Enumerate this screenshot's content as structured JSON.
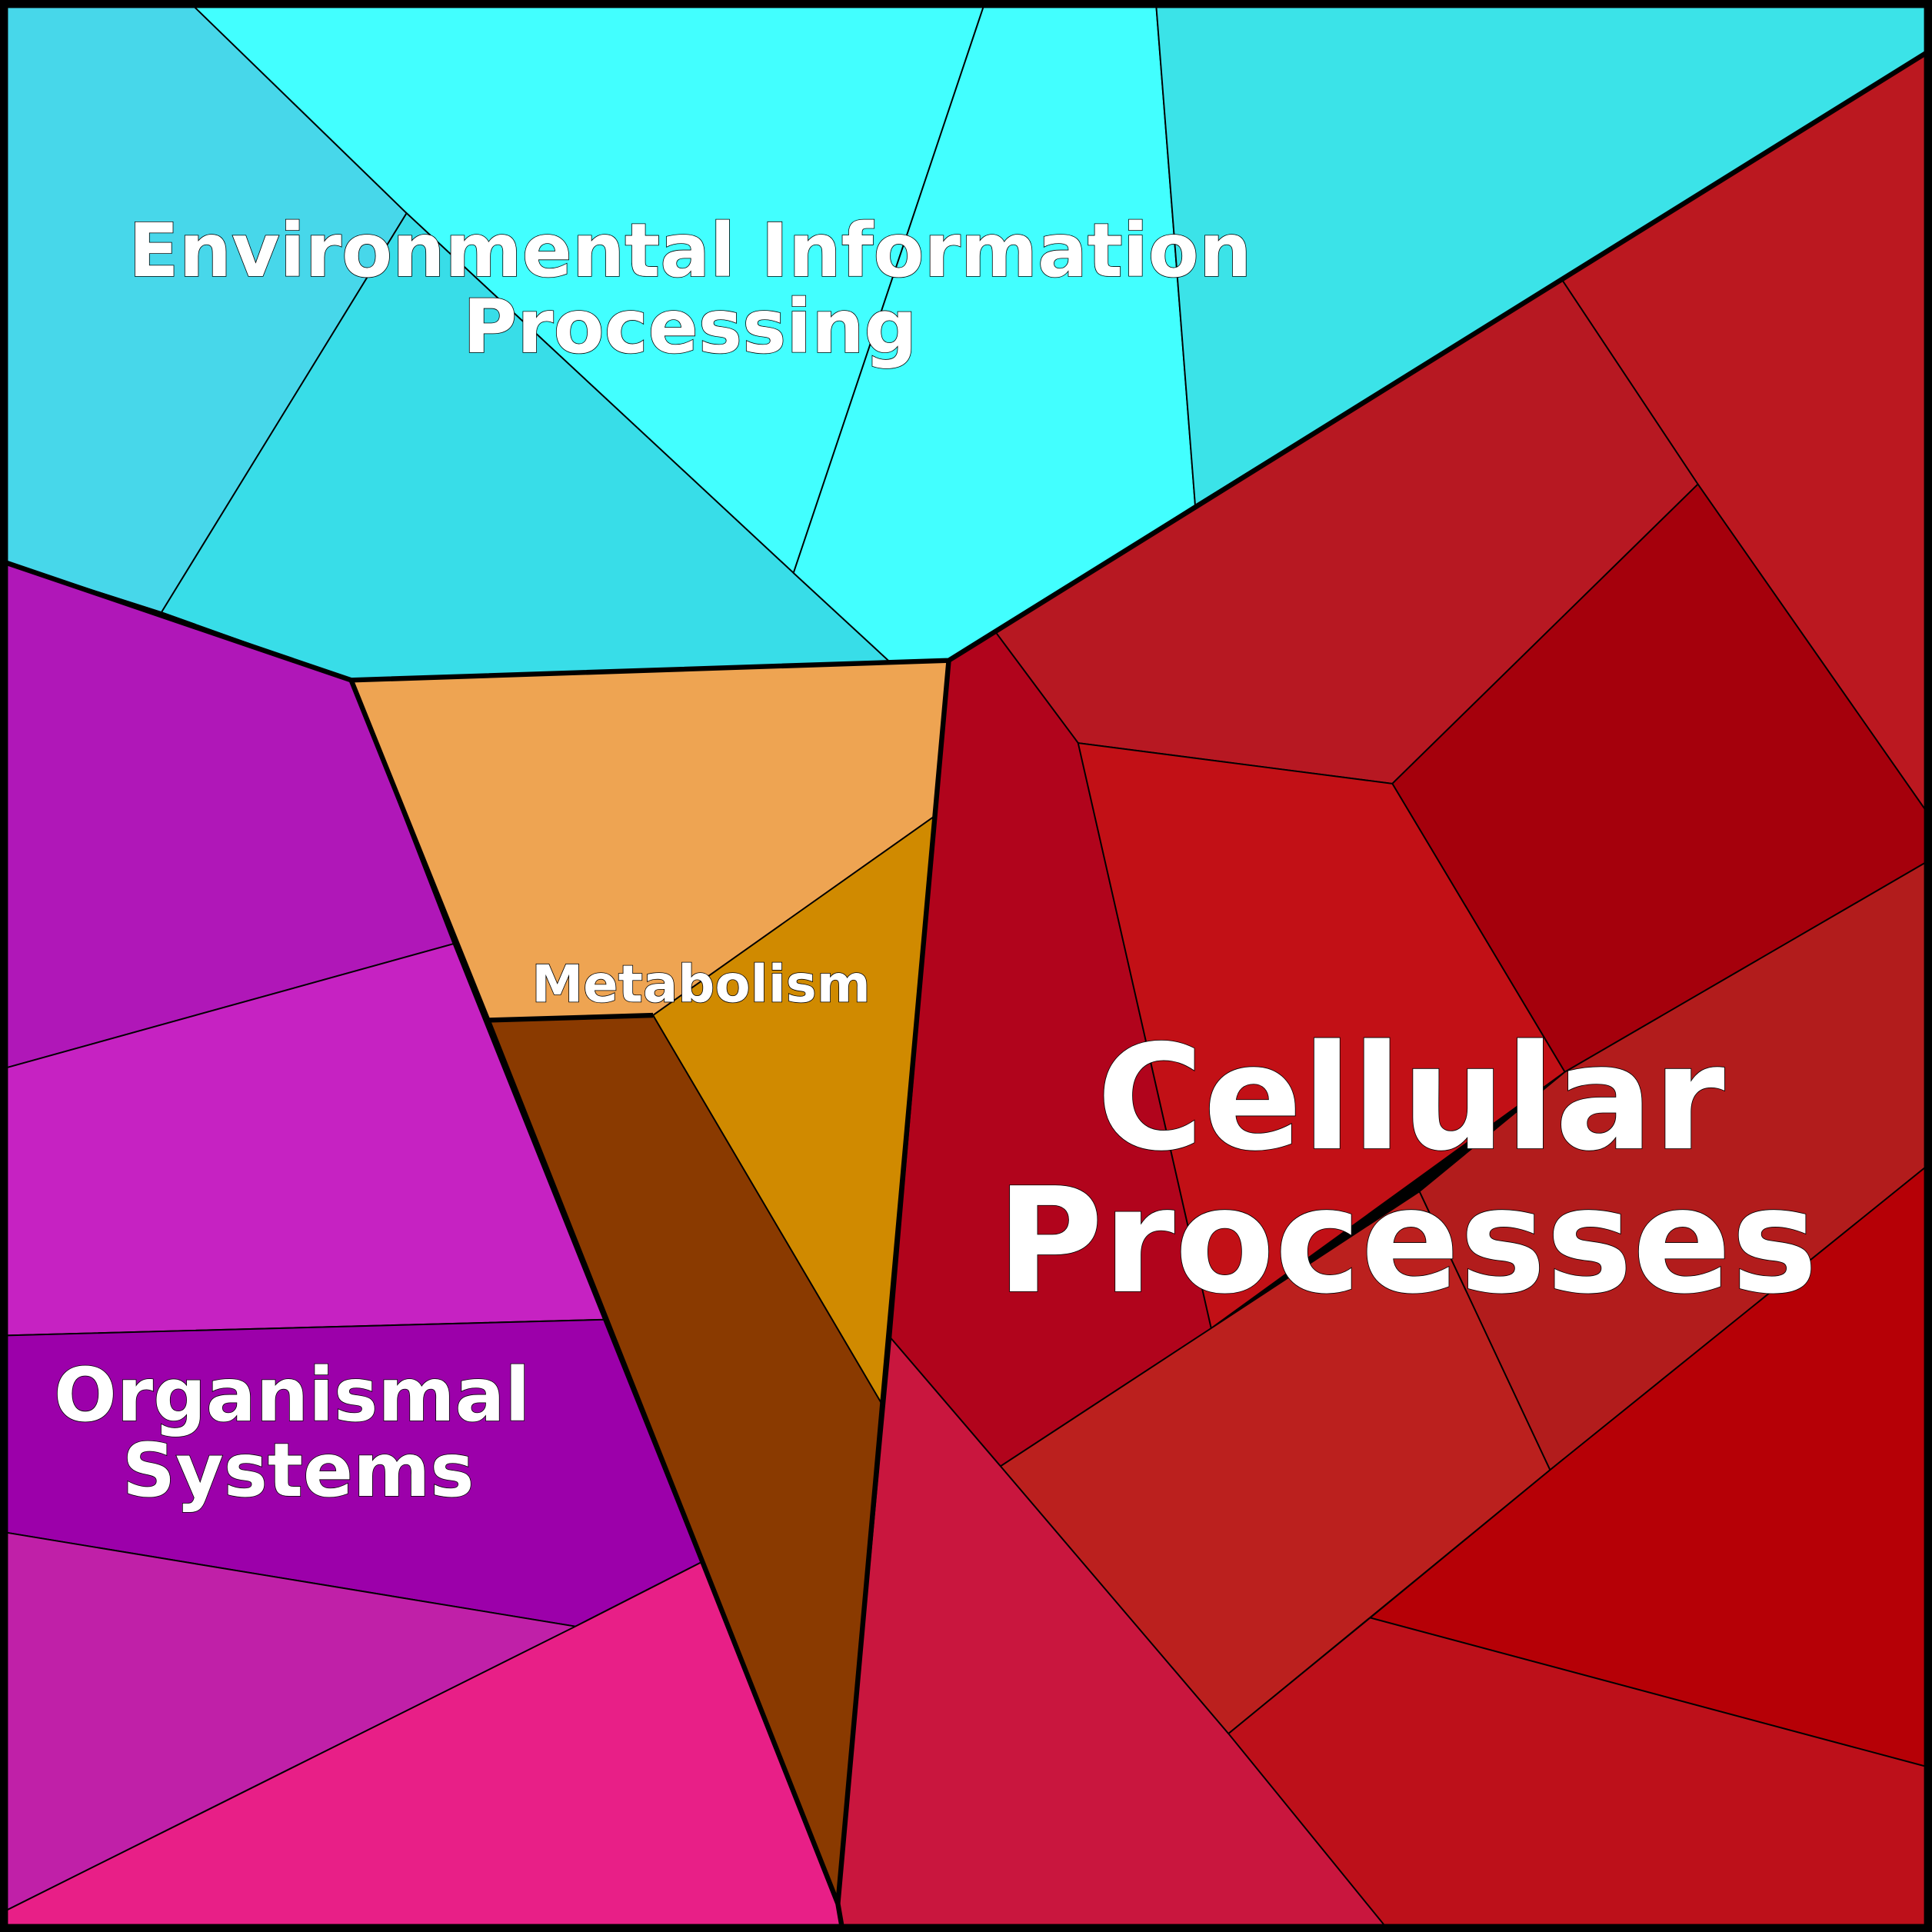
{
  "title": "Voronoi treemap of pathway categories",
  "groups": [
    {
      "name": "Environmental Information Processing",
      "line1": "Environmental Information",
      "line2": "Processing",
      "color": "#42ffff"
    },
    {
      "name": "Cellular Processes",
      "line1": "Cellular",
      "line2": "Processes",
      "color": "#b71822"
    },
    {
      "name": "Metabolism",
      "line1": "Metabolism",
      "color": "#eea452"
    },
    {
      "name": "Organismal Systems",
      "line1": "Organismal",
      "line2": "Systems",
      "color": "#b017b8"
    }
  ]
}
